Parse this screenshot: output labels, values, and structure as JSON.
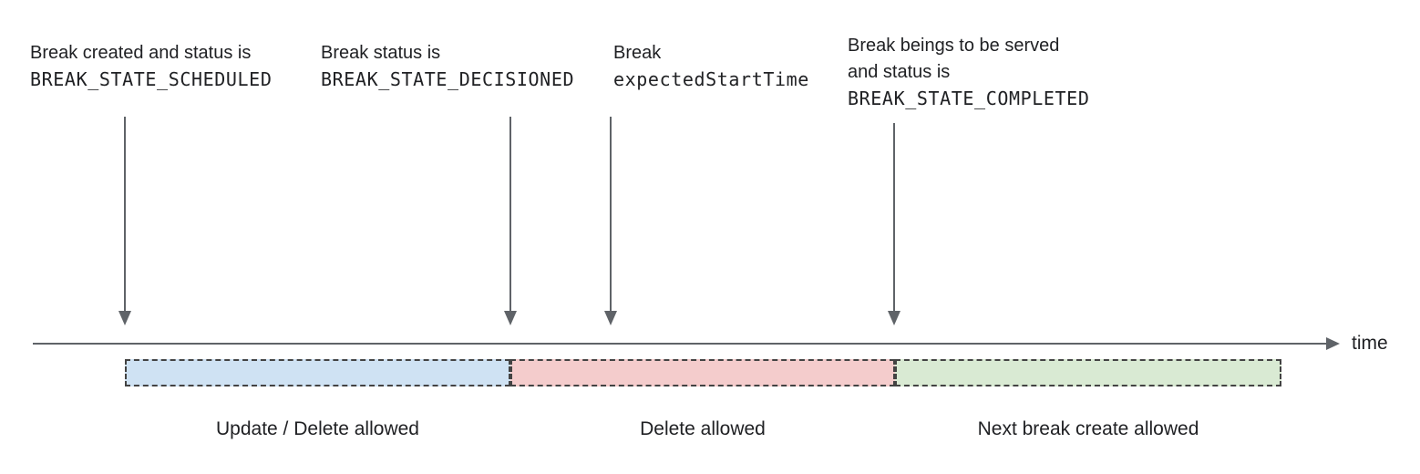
{
  "annotations": [
    {
      "line1": "Break created and status is",
      "line2": "BREAK_STATE_SCHEDULED"
    },
    {
      "line1": "Break status is",
      "line2": "BREAK_STATE_DECISIONED"
    },
    {
      "line1": "Break",
      "line2": "expectedStartTime"
    },
    {
      "line1": "Break beings to be served",
      "line2": "and status is",
      "line3": "BREAK_STATE_COMPLETED"
    }
  ],
  "timeline": {
    "axis_label": "time"
  },
  "segments": [
    {
      "label": "Update / Delete allowed",
      "fill": "#cfe2f3"
    },
    {
      "label": "Delete allowed",
      "fill": "#f4cccc"
    },
    {
      "label": "Next break create allowed",
      "fill": "#d9ead3"
    }
  ],
  "colors": {
    "arrow_line": "#5f6368",
    "segment_border": "#434343",
    "text": "#202124"
  }
}
